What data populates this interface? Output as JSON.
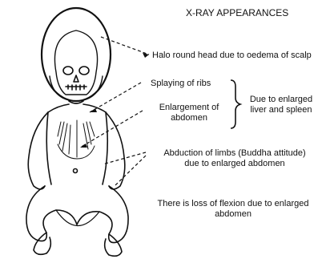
{
  "diagram": {
    "title": "X-RAY APPEARANCES",
    "labels": {
      "halo": "Halo round head due to oedema of scalp",
      "ribs": "Splaying of ribs",
      "abdomen_line1": "Enlargement of",
      "abdomen_line2": "abdomen",
      "cause_line1": "Due to enlarged",
      "cause_line2": "liver and spleen",
      "limbs_line1": "Abduction of limbs (Buddha attitude)",
      "limbs_line2": "due to enlarged abdomen",
      "flexion_line1": "There is loss of flexion due to enlarged",
      "flexion_line2": "abdomen"
    },
    "figure": "seated infant line drawing with halo head"
  }
}
